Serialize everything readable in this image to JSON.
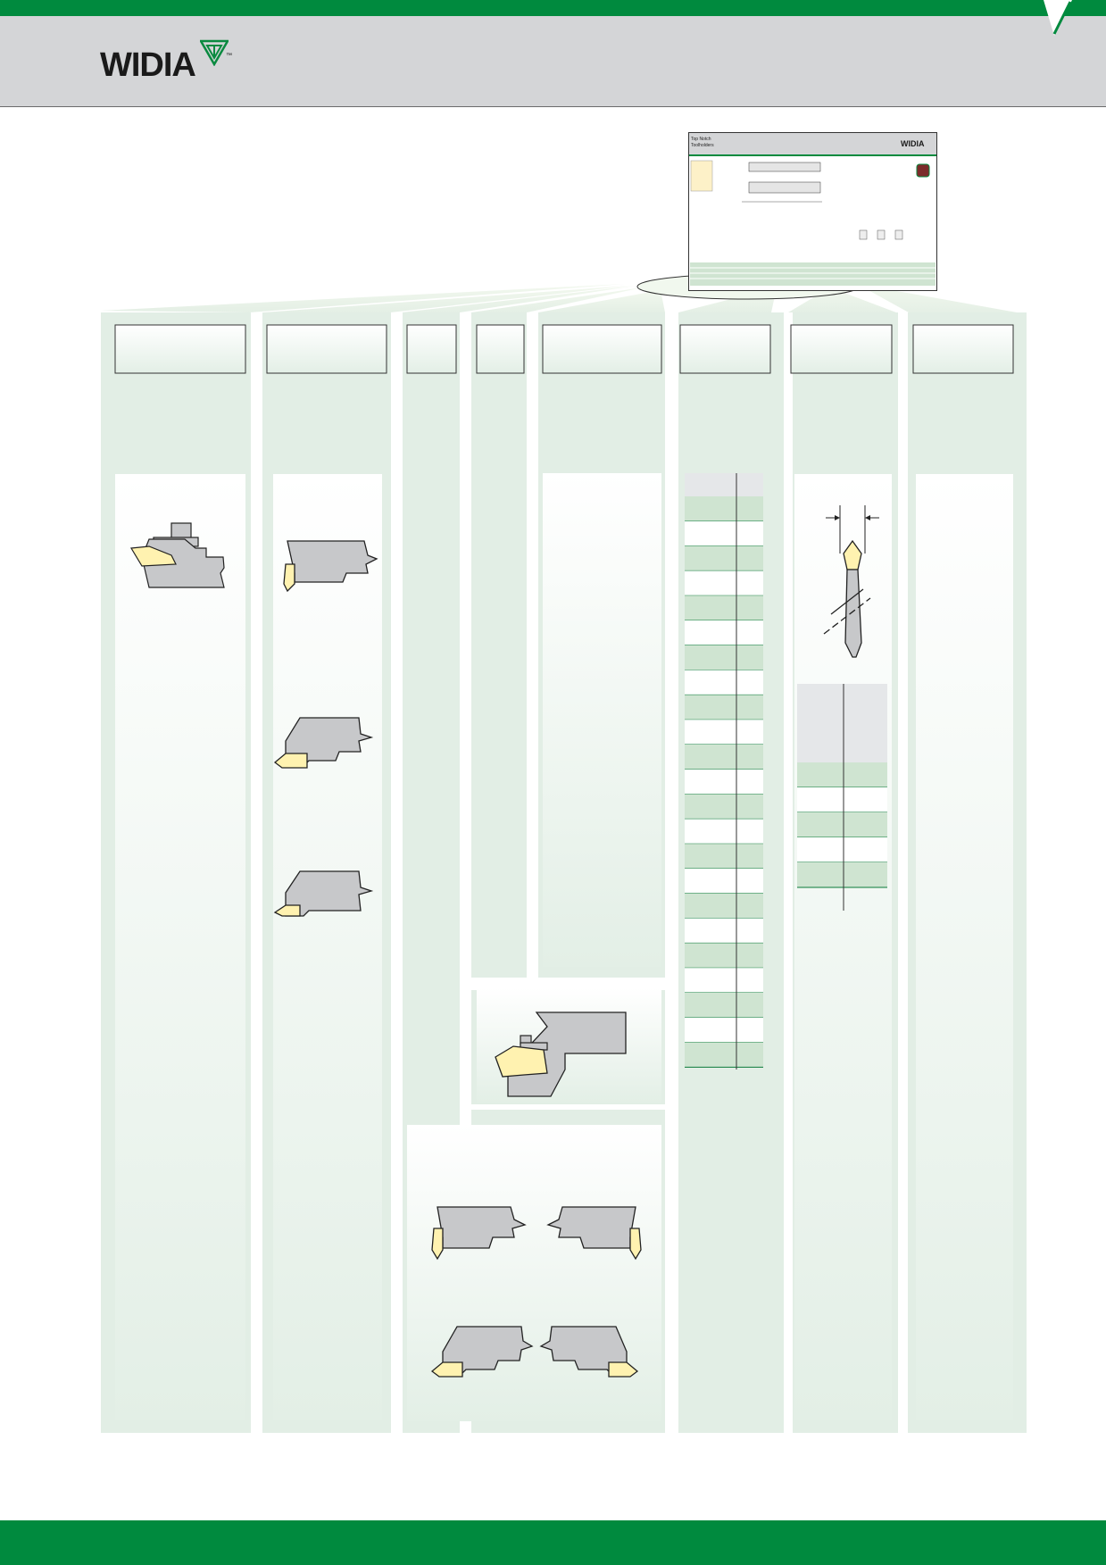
{
  "brand": {
    "name": "WIDIA",
    "trademark": "™",
    "logo_mark": "widia-triangle-logo",
    "color_primary": "#008a3e",
    "color_panel": "#e2eee5",
    "color_table_green": "#cfe4d1",
    "color_insert": "#fff2b0",
    "color_steel": "#c7c8ca"
  },
  "overview_thumbnail": {
    "title_line_1": "Top Notch",
    "title_line_2": "Toolholders",
    "logo": "WIDIA"
  },
  "icons": {
    "tool_clamp": "clamp-toolholder-icon",
    "holder_right": "right-hand-holder-icon",
    "holder_left": "left-hand-holder-icon",
    "holder_neutral": "neutral-holder-icon",
    "boring_bar": "boring-bar-icon",
    "drill_insert": "insert-width-drill-icon"
  }
}
